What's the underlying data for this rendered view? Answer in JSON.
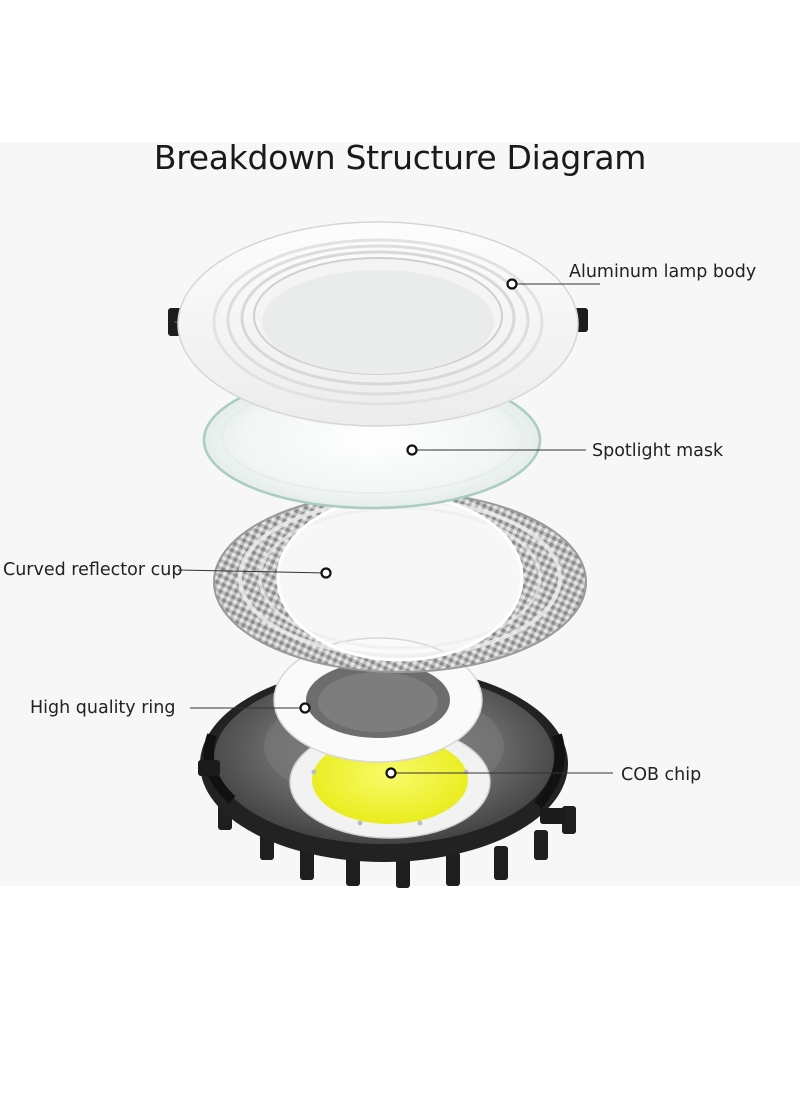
{
  "title": "Breakdown Structure Diagram",
  "labels": {
    "aluminum_lamp_body": "Aluminum lamp body",
    "spotlight_mask": "Spotlight mask",
    "curved_reflector_cup": "Curved reflector cup",
    "high_quality_ring": "High quality ring",
    "cob_chip": "COB chip"
  },
  "colors": {
    "background": "#ffffff",
    "panel": "#f7f7f7",
    "text": "#1a1a1a",
    "cob_chip": "#f2f52a",
    "housing": "#2b2b2b"
  }
}
